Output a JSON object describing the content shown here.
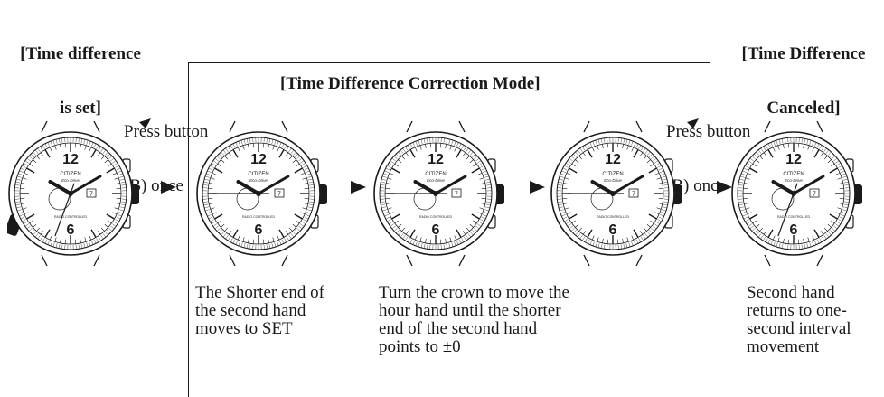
{
  "header": {
    "left_state_line1": "[Time difference",
    "left_state_line2": "is set]",
    "right_state_line1": "[Time Difference",
    "right_state_line2": "Canceled]",
    "mode_title": "[Time Difference Correction Mode]"
  },
  "press_left": {
    "line1": "Press button",
    "line2": "(B) once"
  },
  "press_right": {
    "line1": "Press button",
    "line2": "(B) once"
  },
  "watch_face": {
    "brand": "CITIZEN",
    "sub_brand": "Eco-Drive",
    "radio_text": "RADIO CONTROLLED",
    "numeral_top": "12",
    "numeral_bottom": "6",
    "date_text": "7"
  },
  "captions": {
    "step1": "The Shorter end of\nthe second hand\nmoves to SET",
    "step2": "Turn the crown to move the\nhour hand until the shorter\nend of the second hand\npoints to ±0",
    "step3": "Second hand\nreturns to one-\nsecond interval\nmovement"
  }
}
